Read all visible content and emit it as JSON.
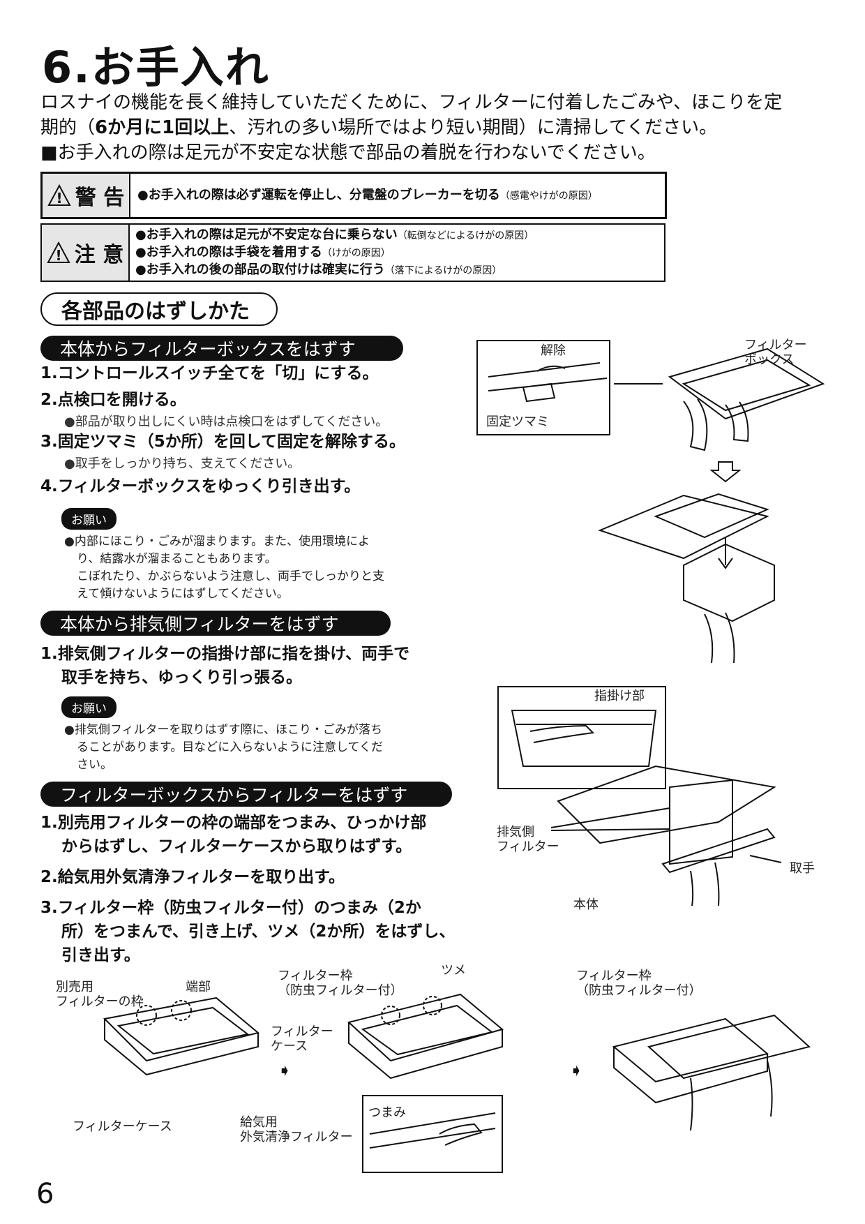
{
  "title": "6.お手入れ",
  "intro": {
    "line1": "ロスナイの機能を長く維持していただくために、フィルターに付着したごみや、ほこりを定",
    "line2_a": "期的（",
    "line2_bold": "6か月に1回以上",
    "line2_b": "、汚れの多い場所ではより短い期間）に清掃してください。",
    "line3": "■お手入れの際は足元が不安定な状態で部品の着脱を行わないでください。"
  },
  "warning": {
    "label": "警 告",
    "items": [
      {
        "text": "●お手入れの際は必ず運転を停止し、分電盤のブレーカーを切る",
        "reason": "（感電やけがの原因）"
      }
    ]
  },
  "caution": {
    "label": "注 意",
    "items": [
      {
        "text": "●お手入れの際は足元が不安定な台に乗らない",
        "reason": "（転倒などによるけがの原因）"
      },
      {
        "text": "●お手入れの際は手袋を着用する",
        "reason": "（けがの原因）"
      },
      {
        "text": "●お手入れの後の部品の取付けは確実に行う",
        "reason": "（落下によるけがの原因）"
      }
    ]
  },
  "section_title": "各部品のはずしかた",
  "sub1": {
    "bar": "本体からフィルターボックスをはずす",
    "step1": "1.コントロールスイッチ全てを「切」にする。",
    "step2": "2.点検口を開ける。",
    "step2_note": "●部品が取り出しにくい時は点検口をはずしてください。",
    "step3": "3.固定ツマミ（5か所）を回して固定を解除する。",
    "step3_note": "●取手をしっかり持ち、支えてください。",
    "step4": "4.フィルターボックスをゆっくり引き出す。",
    "request_label": "お願い",
    "request_lines": [
      "●内部にほこり・ごみが溜まります。また、使用環境によ",
      "り、結露水が溜まることもあります。",
      "こぼれたり、かぶらないよう注意し、両手でしっかりと支",
      "えて傾けないようにはずしてください。"
    ]
  },
  "sub2": {
    "bar": "本体から排気側フィルターをはずす",
    "step1_a": "1.排気側フィルターの指掛け部に指を掛け、両手で",
    "step1_b": "取手を持ち、ゆっくり引っ張る。",
    "request_label": "お願い",
    "request_lines": [
      "●排気側フィルターを取りはずす際に、ほこり・ごみが落ち",
      "ることがあります。目などに入らないように注意してくだ",
      "さい。"
    ]
  },
  "sub3": {
    "bar": "フィルターボックスからフィルターをはずす",
    "step1_a": "1.別売用フィルターの枠の端部をつまみ、ひっかけ部",
    "step1_b": "からはずし、フィルターケースから取りはずす。",
    "step2": "2.給気用外気清浄フィルターを取り出す。",
    "step3_a": "3.フィルター枠（防虫フィルター付）のつまみ（2か",
    "step3_b": "所）をつまんで、引き上げ、ツメ（2か所）をはずし、",
    "step3_c": "引き出す。"
  },
  "figure_labels": {
    "release": "解除",
    "filter_box_1": "フィルター",
    "filter_box_2": "ボックス",
    "fixing_knob": "固定ツマミ",
    "finger_grip": "指掛け部",
    "exhaust_filter_1": "排気側",
    "exhaust_filter_2": "フィルター",
    "handle": "取手",
    "main_body": "本体",
    "sold_sep_1": "別売用",
    "sold_sep_2": "フィルターの枠",
    "end_part": "端部",
    "filter_case_bottom": "フィルターケース",
    "frame_1": "フィルター枠",
    "frame_2": "（防虫フィルター付）",
    "claw": "ツメ",
    "filter_case_1": "フィルター",
    "filter_case_2": "ケース",
    "supply_1": "給気用",
    "supply_2": "外気清浄フィルター",
    "knob": "つまみ",
    "frame_right_1": "フィルター枠",
    "frame_right_2": "（防虫フィルター付）"
  },
  "page_number": "6"
}
